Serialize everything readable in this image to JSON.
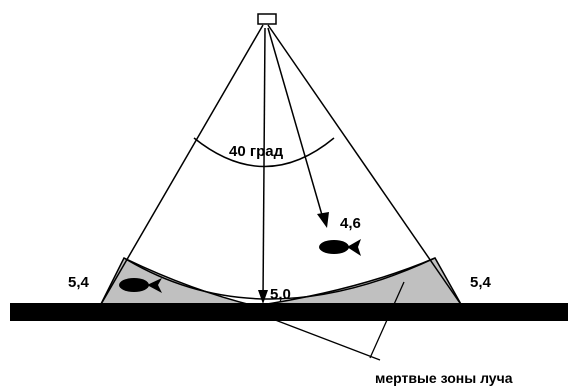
{
  "labels": {
    "angle": "40 град",
    "depth_fish_center": "4,6",
    "depth_center": "5,0",
    "depth_left": "5,4",
    "depth_right": "5,4",
    "dead_zones": "мертвые зоны луча"
  },
  "colors": {
    "ink": "#000000",
    "dead_zone_fill": "#c0c0c0",
    "background": "#ffffff"
  },
  "icons": {
    "transducer": "transducer-icon",
    "fish": "fish-icon"
  }
}
